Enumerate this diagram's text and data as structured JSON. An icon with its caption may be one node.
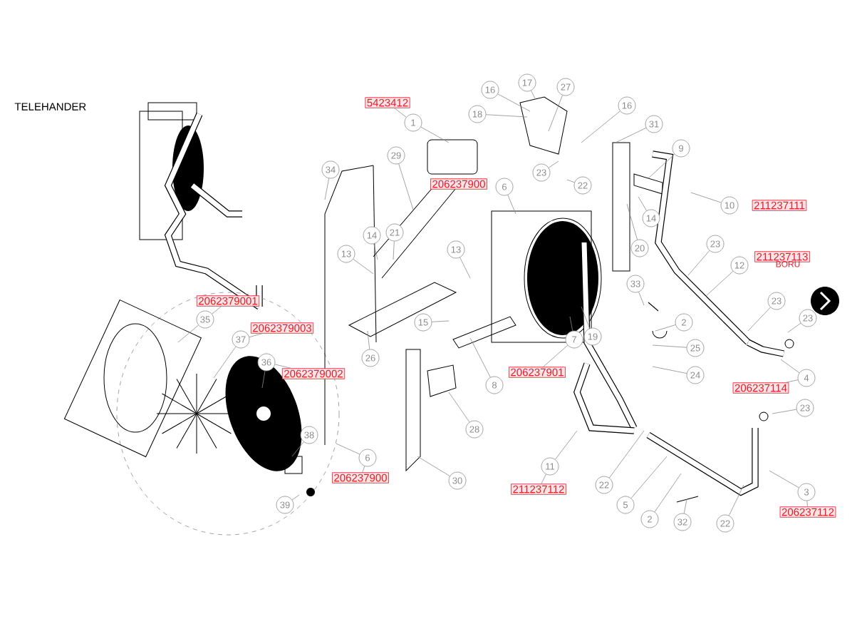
{
  "diagram": {
    "title": "TELEHANDER",
    "nodes": [
      {
        "text": [
          "5423412"
        ]
      },
      {
        "text": [
          "1"
        ]
      },
      {
        "text": [
          "16"
        ]
      },
      {
        "text": [
          "17"
        ]
      },
      {
        "text": [
          "27"
        ]
      },
      {
        "text": [
          "18"
        ]
      },
      {
        "text": [
          "16"
        ]
      },
      {
        "text": [
          "31"
        ]
      },
      {
        "text": [
          "34"
        ]
      },
      {
        "text": [
          "29"
        ]
      },
      {
        "text": [
          "206237900"
        ]
      },
      {
        "text": [
          "6"
        ]
      },
      {
        "text": [
          "23"
        ]
      },
      {
        "text": [
          "22"
        ]
      },
      {
        "text": [
          "9"
        ]
      },
      {
        "text": [
          "10"
        ]
      },
      {
        "text": [
          "211237111"
        ]
      },
      {
        "text": [
          "14"
        ]
      },
      {
        "text": [
          "21"
        ]
      },
      {
        "text": [
          "13"
        ]
      },
      {
        "text": [
          "13"
        ]
      },
      {
        "text": [
          "14"
        ]
      },
      {
        "text": [
          "20"
        ]
      },
      {
        "text": [
          "23"
        ]
      },
      {
        "text": [
          "12"
        ]
      },
      {
        "text": [
          "211237113"
        ],
        "beside": [
          "BORU"
        ]
      },
      {
        "text": [
          "33"
        ]
      },
      {
        "text": [
          "23"
        ]
      },
      {
        "text": [
          "23"
        ]
      },
      {
        "text": [
          "2062379001"
        ]
      },
      {
        "text": [
          "35"
        ]
      },
      {
        "text": [
          "2062379003"
        ]
      },
      {
        "text": [
          "37"
        ]
      },
      {
        "text": [
          "15"
        ]
      },
      {
        "text": [
          "2"
        ]
      },
      {
        "text": [
          "7"
        ]
      },
      {
        "text": [
          "19"
        ]
      },
      {
        "text": [
          "25"
        ]
      },
      {
        "text": [
          "26"
        ]
      },
      {
        "text": [
          "36"
        ]
      },
      {
        "text": [
          "2062379002"
        ]
      },
      {
        "text": [
          "206237901"
        ]
      },
      {
        "text": [
          "24"
        ]
      },
      {
        "text": [
          "4"
        ]
      },
      {
        "text": [
          "206237114"
        ]
      },
      {
        "text": [
          "8"
        ]
      },
      {
        "text": [
          "23"
        ]
      },
      {
        "text": [
          "28"
        ]
      },
      {
        "text": [
          "38"
        ]
      },
      {
        "text": [
          "6"
        ]
      },
      {
        "text": [
          "206237900"
        ]
      },
      {
        "text": [
          "11"
        ]
      },
      {
        "text": [
          "30"
        ]
      },
      {
        "text": [
          "22"
        ]
      },
      {
        "text": [
          "211237112"
        ]
      },
      {
        "text": [
          "3"
        ]
      },
      {
        "text": [
          "5"
        ]
      },
      {
        "text": [
          "39"
        ]
      },
      {
        "text": [
          "206237112"
        ]
      },
      {
        "text": [
          "2"
        ]
      },
      {
        "text": [
          "32"
        ]
      },
      {
        "text": [
          "22"
        ]
      }
    ],
    "edges": [
      {
        "from": 0,
        "to": 1,
        "arrow": "none"
      },
      {
        "from": 29,
        "to": 30,
        "arrow": "none"
      },
      {
        "from": 31,
        "to": 32,
        "arrow": "none"
      },
      {
        "from": 40,
        "to": 39,
        "arrow": "none"
      },
      {
        "from": 41,
        "to": 35,
        "arrow": "none"
      },
      {
        "from": 44,
        "to": 43,
        "arrow": "none"
      },
      {
        "from": 50,
        "to": 49,
        "arrow": "none"
      },
      {
        "from": 54,
        "to": 51,
        "arrow": "none"
      },
      {
        "from": 58,
        "to": 55,
        "arrow": "none"
      },
      {
        "from": 1,
        "to": null,
        "arrow": "none"
      },
      {
        "from": 2,
        "to": null,
        "arrow": "none"
      },
      {
        "from": 3,
        "to": null,
        "arrow": "none"
      },
      {
        "from": 4,
        "to": null,
        "arrow": "none"
      },
      {
        "from": 5,
        "to": null,
        "arrow": "none"
      },
      {
        "from": 6,
        "to": null,
        "arrow": "none"
      },
      {
        "from": 7,
        "to": null,
        "arrow": "none"
      },
      {
        "from": 8,
        "to": null,
        "arrow": "none"
      },
      {
        "from": 9,
        "to": null,
        "arrow": "none"
      },
      {
        "from": 11,
        "to": null,
        "arrow": "none"
      },
      {
        "from": 12,
        "to": null,
        "arrow": "none"
      },
      {
        "from": 13,
        "to": null,
        "arrow": "none"
      },
      {
        "from": 14,
        "to": null,
        "arrow": "none"
      },
      {
        "from": 15,
        "to": null,
        "arrow": "none"
      },
      {
        "from": 17,
        "to": null,
        "arrow": "none"
      },
      {
        "from": 18,
        "to": null,
        "arrow": "none"
      },
      {
        "from": 19,
        "to": null,
        "arrow": "none"
      },
      {
        "from": 20,
        "to": null,
        "arrow": "none"
      },
      {
        "from": 21,
        "to": null,
        "arrow": "none"
      },
      {
        "from": 22,
        "to": null,
        "arrow": "none"
      },
      {
        "from": 23,
        "to": null,
        "arrow": "none"
      },
      {
        "from": 24,
        "to": null,
        "arrow": "none"
      },
      {
        "from": 26,
        "to": null,
        "arrow": "none"
      },
      {
        "from": 27,
        "to": null,
        "arrow": "none"
      },
      {
        "from": 28,
        "to": null,
        "arrow": "none"
      },
      {
        "from": 30,
        "to": null,
        "arrow": "none"
      },
      {
        "from": 32,
        "to": null,
        "arrow": "none"
      },
      {
        "from": 33,
        "to": null,
        "arrow": "none"
      },
      {
        "from": 34,
        "to": null,
        "arrow": "none"
      },
      {
        "from": 35,
        "to": null,
        "arrow": "none"
      },
      {
        "from": 36,
        "to": null,
        "arrow": "none"
      },
      {
        "from": 37,
        "to": null,
        "arrow": "none"
      },
      {
        "from": 38,
        "to": null,
        "arrow": "none"
      },
      {
        "from": 39,
        "to": null,
        "arrow": "none"
      },
      {
        "from": 42,
        "to": null,
        "arrow": "none"
      },
      {
        "from": 43,
        "to": null,
        "arrow": "none"
      },
      {
        "from": 45,
        "to": null,
        "arrow": "none"
      },
      {
        "from": 46,
        "to": null,
        "arrow": "none"
      },
      {
        "from": 47,
        "to": null,
        "arrow": "none"
      },
      {
        "from": 48,
        "to": null,
        "arrow": "none"
      },
      {
        "from": 49,
        "to": null,
        "arrow": "none"
      },
      {
        "from": 51,
        "to": null,
        "arrow": "none"
      },
      {
        "from": 52,
        "to": null,
        "arrow": "none"
      },
      {
        "from": 53,
        "to": null,
        "arrow": "none"
      },
      {
        "from": 55,
        "to": null,
        "arrow": "none"
      },
      {
        "from": 56,
        "to": null,
        "arrow": "none"
      },
      {
        "from": 57,
        "to": null,
        "arrow": "none"
      },
      {
        "from": 59,
        "to": null,
        "arrow": "none"
      },
      {
        "from": 60,
        "to": null,
        "arrow": "none"
      },
      {
        "from": 61,
        "to": null,
        "arrow": "none"
      }
    ]
  }
}
